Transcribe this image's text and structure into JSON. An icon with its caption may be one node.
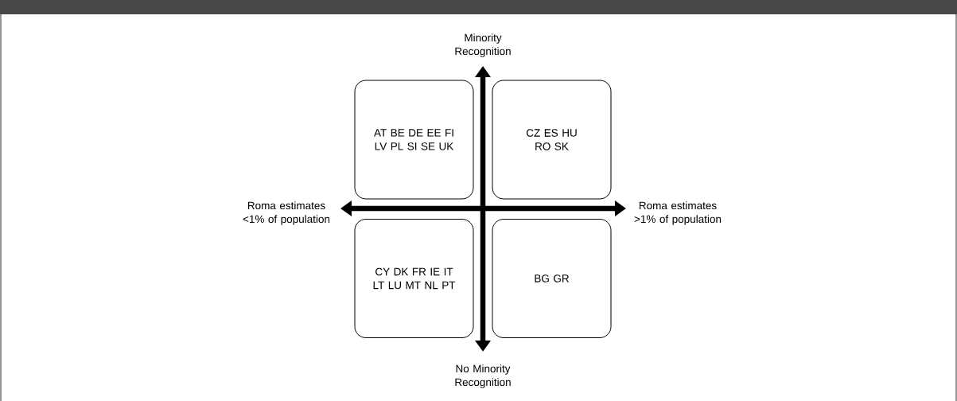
{
  "diagram": {
    "nodes": [
      {
        "text": [
          "AT BE DE EE FI LV PL SI SE UK"
        ]
      },
      {
        "text": [
          "CZ ES HU RO SK"
        ]
      },
      {
        "text": [
          "CY DK FR IE IT LT LU MT NL PT"
        ]
      },
      {
        "text": [
          "BG GR"
        ]
      }
    ],
    "edges": [],
    "labels": [
      "Minority Recognition",
      "Roma estimates <1% of population",
      "Roma estimates >1% of population",
      "No Minority Recognition"
    ]
  }
}
